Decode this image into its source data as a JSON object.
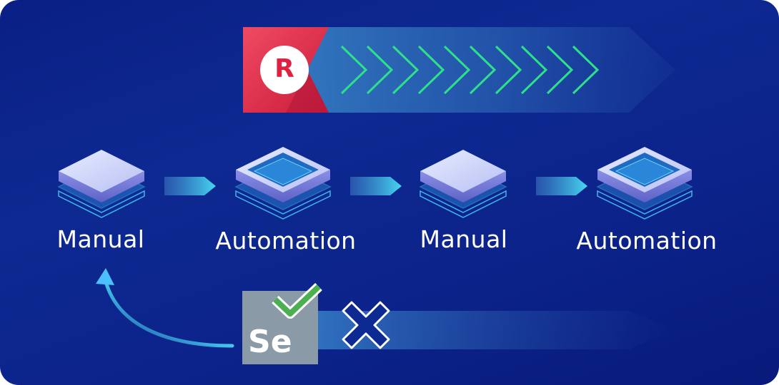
{
  "diagram": {
    "steps": [
      {
        "label": "Manual",
        "type": "manual"
      },
      {
        "label": "Automation",
        "type": "automation"
      },
      {
        "label": "Manual",
        "type": "manual"
      },
      {
        "label": "Automation",
        "type": "automation"
      }
    ],
    "logo_letter": "R",
    "selenium_text": "Se",
    "colors": {
      "background": "#0b2289",
      "brand_red": "#e8344e",
      "chevron_green": "#2fe08a",
      "arrow_cyan": "#46d8f0",
      "check_green": "#4caf50",
      "selenium_gray": "#8a9aa6"
    },
    "icons": [
      "r-logo-icon",
      "chevron-arrows-icon",
      "layer-stack-icon",
      "flow-arrow-icon",
      "return-arrow-icon",
      "selenium-logo-icon",
      "check-mark-icon",
      "cross-mark-icon"
    ]
  }
}
